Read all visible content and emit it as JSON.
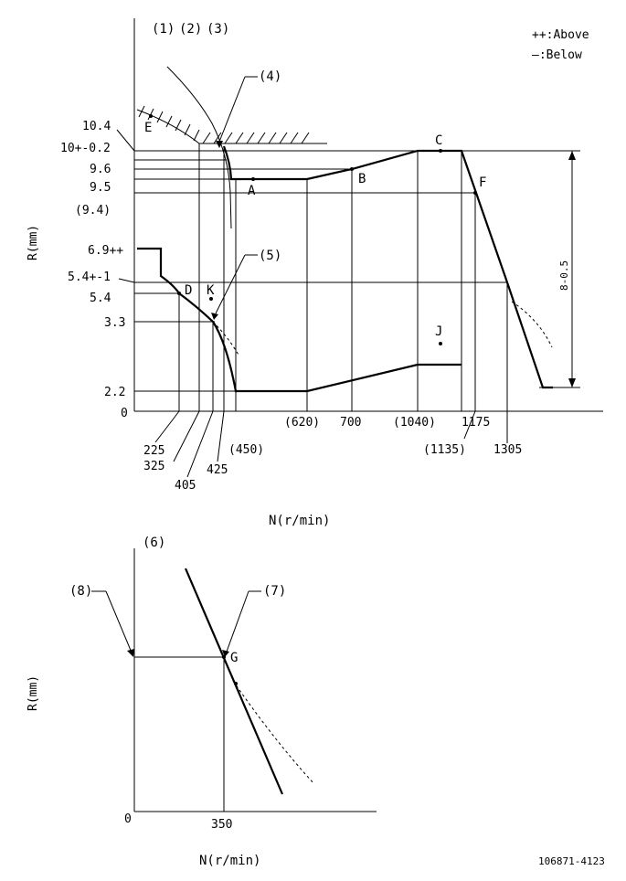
{
  "curve_labels": {
    "c1": "(1)",
    "c2": "(2)",
    "c3": "(3)",
    "c4": "(4)",
    "c5": "(5)",
    "c6": "(6)",
    "c7": "(7)",
    "c8": "(8)"
  },
  "legend": {
    "above": "++:Above",
    "below": "—:Below"
  },
  "top_chart": {
    "ylabel": "R(mm)",
    "xlabel": "N(r/min)",
    "y_ticks": [
      "10.4",
      "10+-0.2",
      "9.6",
      "9.5",
      "(9.4)",
      "6.9++",
      "5.4+-1",
      "5.4",
      "3.3",
      "2.2",
      "0"
    ],
    "x_ticks": [
      "225",
      "325",
      "405",
      "425",
      "(450)",
      "(620)",
      "700",
      "(1040)",
      "(1135)",
      "1175",
      "1305"
    ],
    "points": {
      "A": "A",
      "B": "B",
      "C": "C",
      "D": "D",
      "E": "E",
      "F": "F",
      "J": "J",
      "K": "K"
    },
    "span_label": "8-0.5"
  },
  "bottom_chart": {
    "ylabel": "R(mm)",
    "xlabel": "N(r/min)",
    "origin": "0",
    "x_tick": "350",
    "point_g": "G"
  },
  "drawing_id": "106871-4123"
}
